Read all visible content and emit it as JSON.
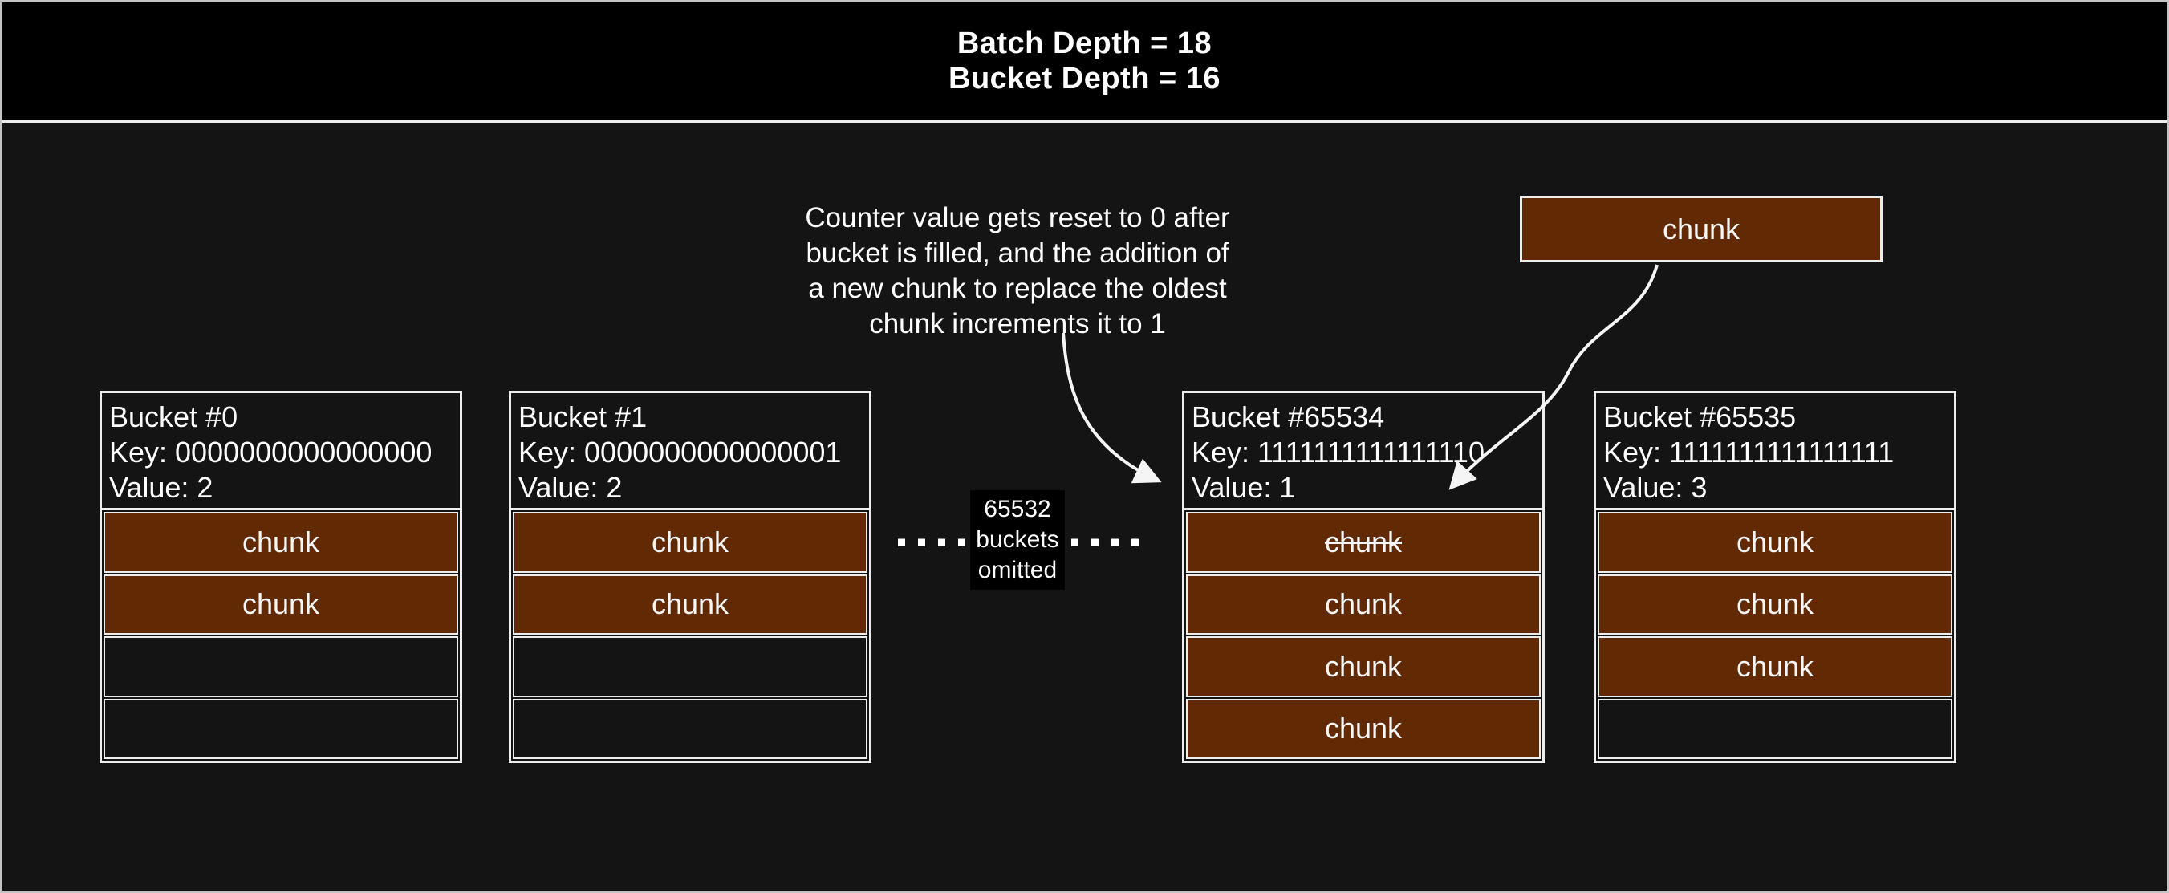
{
  "header": {
    "title_line1": "Batch Depth = 18",
    "title_line2": "Bucket Depth = 16"
  },
  "annotation": {
    "line1": "Counter value gets reset to 0 after",
    "line2": "bucket is filled, and the addition of",
    "line3": "a new chunk to replace the oldest",
    "line4": "chunk increments it to 1"
  },
  "floating_chunk": {
    "label": "chunk"
  },
  "omitted": {
    "line1": "65532",
    "line2": "buckets",
    "line3": "omitted"
  },
  "buckets": [
    {
      "name": "Bucket #0",
      "key": "Key: 0000000000000000",
      "value": "Value: 2",
      "slots": [
        {
          "label": "chunk",
          "filled": true,
          "struck": false
        },
        {
          "label": "chunk",
          "filled": true,
          "struck": false
        },
        {
          "label": "",
          "filled": false,
          "struck": false
        },
        {
          "label": "",
          "filled": false,
          "struck": false
        }
      ]
    },
    {
      "name": "Bucket #1",
      "key": "Key: 0000000000000001",
      "value": "Value: 2",
      "slots": [
        {
          "label": "chunk",
          "filled": true,
          "struck": false
        },
        {
          "label": "chunk",
          "filled": true,
          "struck": false
        },
        {
          "label": "",
          "filled": false,
          "struck": false
        },
        {
          "label": "",
          "filled": false,
          "struck": false
        }
      ]
    },
    {
      "name": "Bucket #65534",
      "key": "Key: 1111111111111110",
      "value": "Value: 1",
      "slots": [
        {
          "label": "chunk",
          "filled": true,
          "struck": true
        },
        {
          "label": "chunk",
          "filled": true,
          "struck": false
        },
        {
          "label": "chunk",
          "filled": true,
          "struck": false
        },
        {
          "label": "chunk",
          "filled": true,
          "struck": false
        }
      ]
    },
    {
      "name": "Bucket #65535",
      "key": "Key: 1111111111111111",
      "value": "Value: 3",
      "slots": [
        {
          "label": "chunk",
          "filled": true,
          "struck": false
        },
        {
          "label": "chunk",
          "filled": true,
          "struck": false
        },
        {
          "label": "chunk",
          "filled": true,
          "struck": false
        },
        {
          "label": "",
          "filled": false,
          "struck": false
        }
      ]
    }
  ],
  "colors": {
    "background": "#141414",
    "header_background": "#000000",
    "chunk_fill": "#622905",
    "border": "#ededed",
    "text": "#ffffff"
  }
}
